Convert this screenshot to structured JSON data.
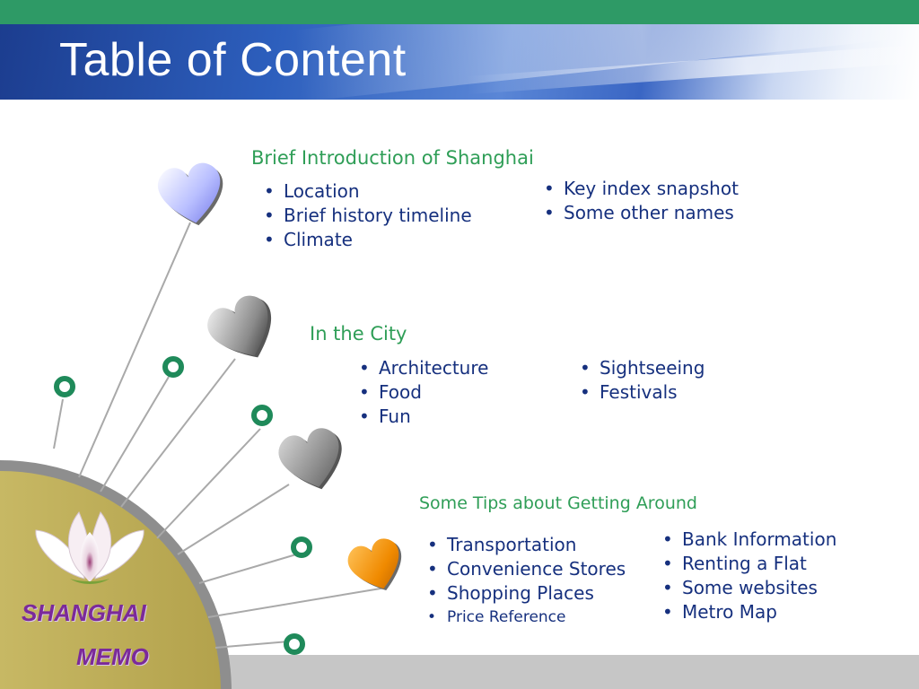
{
  "slide": {
    "title": "Table of Content"
  },
  "sections": [
    {
      "heading": "Brief Introduction of Shanghai",
      "col1": [
        "Location",
        "Brief history timeline",
        "Climate"
      ],
      "col2": [
        "Key index snapshot",
        "Some other names"
      ]
    },
    {
      "heading": "In the City",
      "col1": [
        "Architecture",
        "Food",
        "Fun"
      ],
      "col2": [
        "Sightseeing",
        "Festivals"
      ]
    },
    {
      "heading": "Some Tips about Getting Around",
      "col1": [
        "Transportation",
        "Convenience Stores",
        "Shopping Places",
        "Price Reference"
      ],
      "col2": [
        "Bank Information",
        "Renting a Flat",
        "Some websites",
        "Metro Map"
      ]
    }
  ],
  "logo": {
    "line1": "SHANGHAI",
    "line2": "MEMO"
  },
  "colors": {
    "top_strip": "#2e9a66",
    "heading_green": "#2f9e57",
    "bullet_navy": "#16307e",
    "logo_purple": "#7b2a9a",
    "ring_green": "#1f8a5a",
    "heart_orange": "#f08a00"
  }
}
